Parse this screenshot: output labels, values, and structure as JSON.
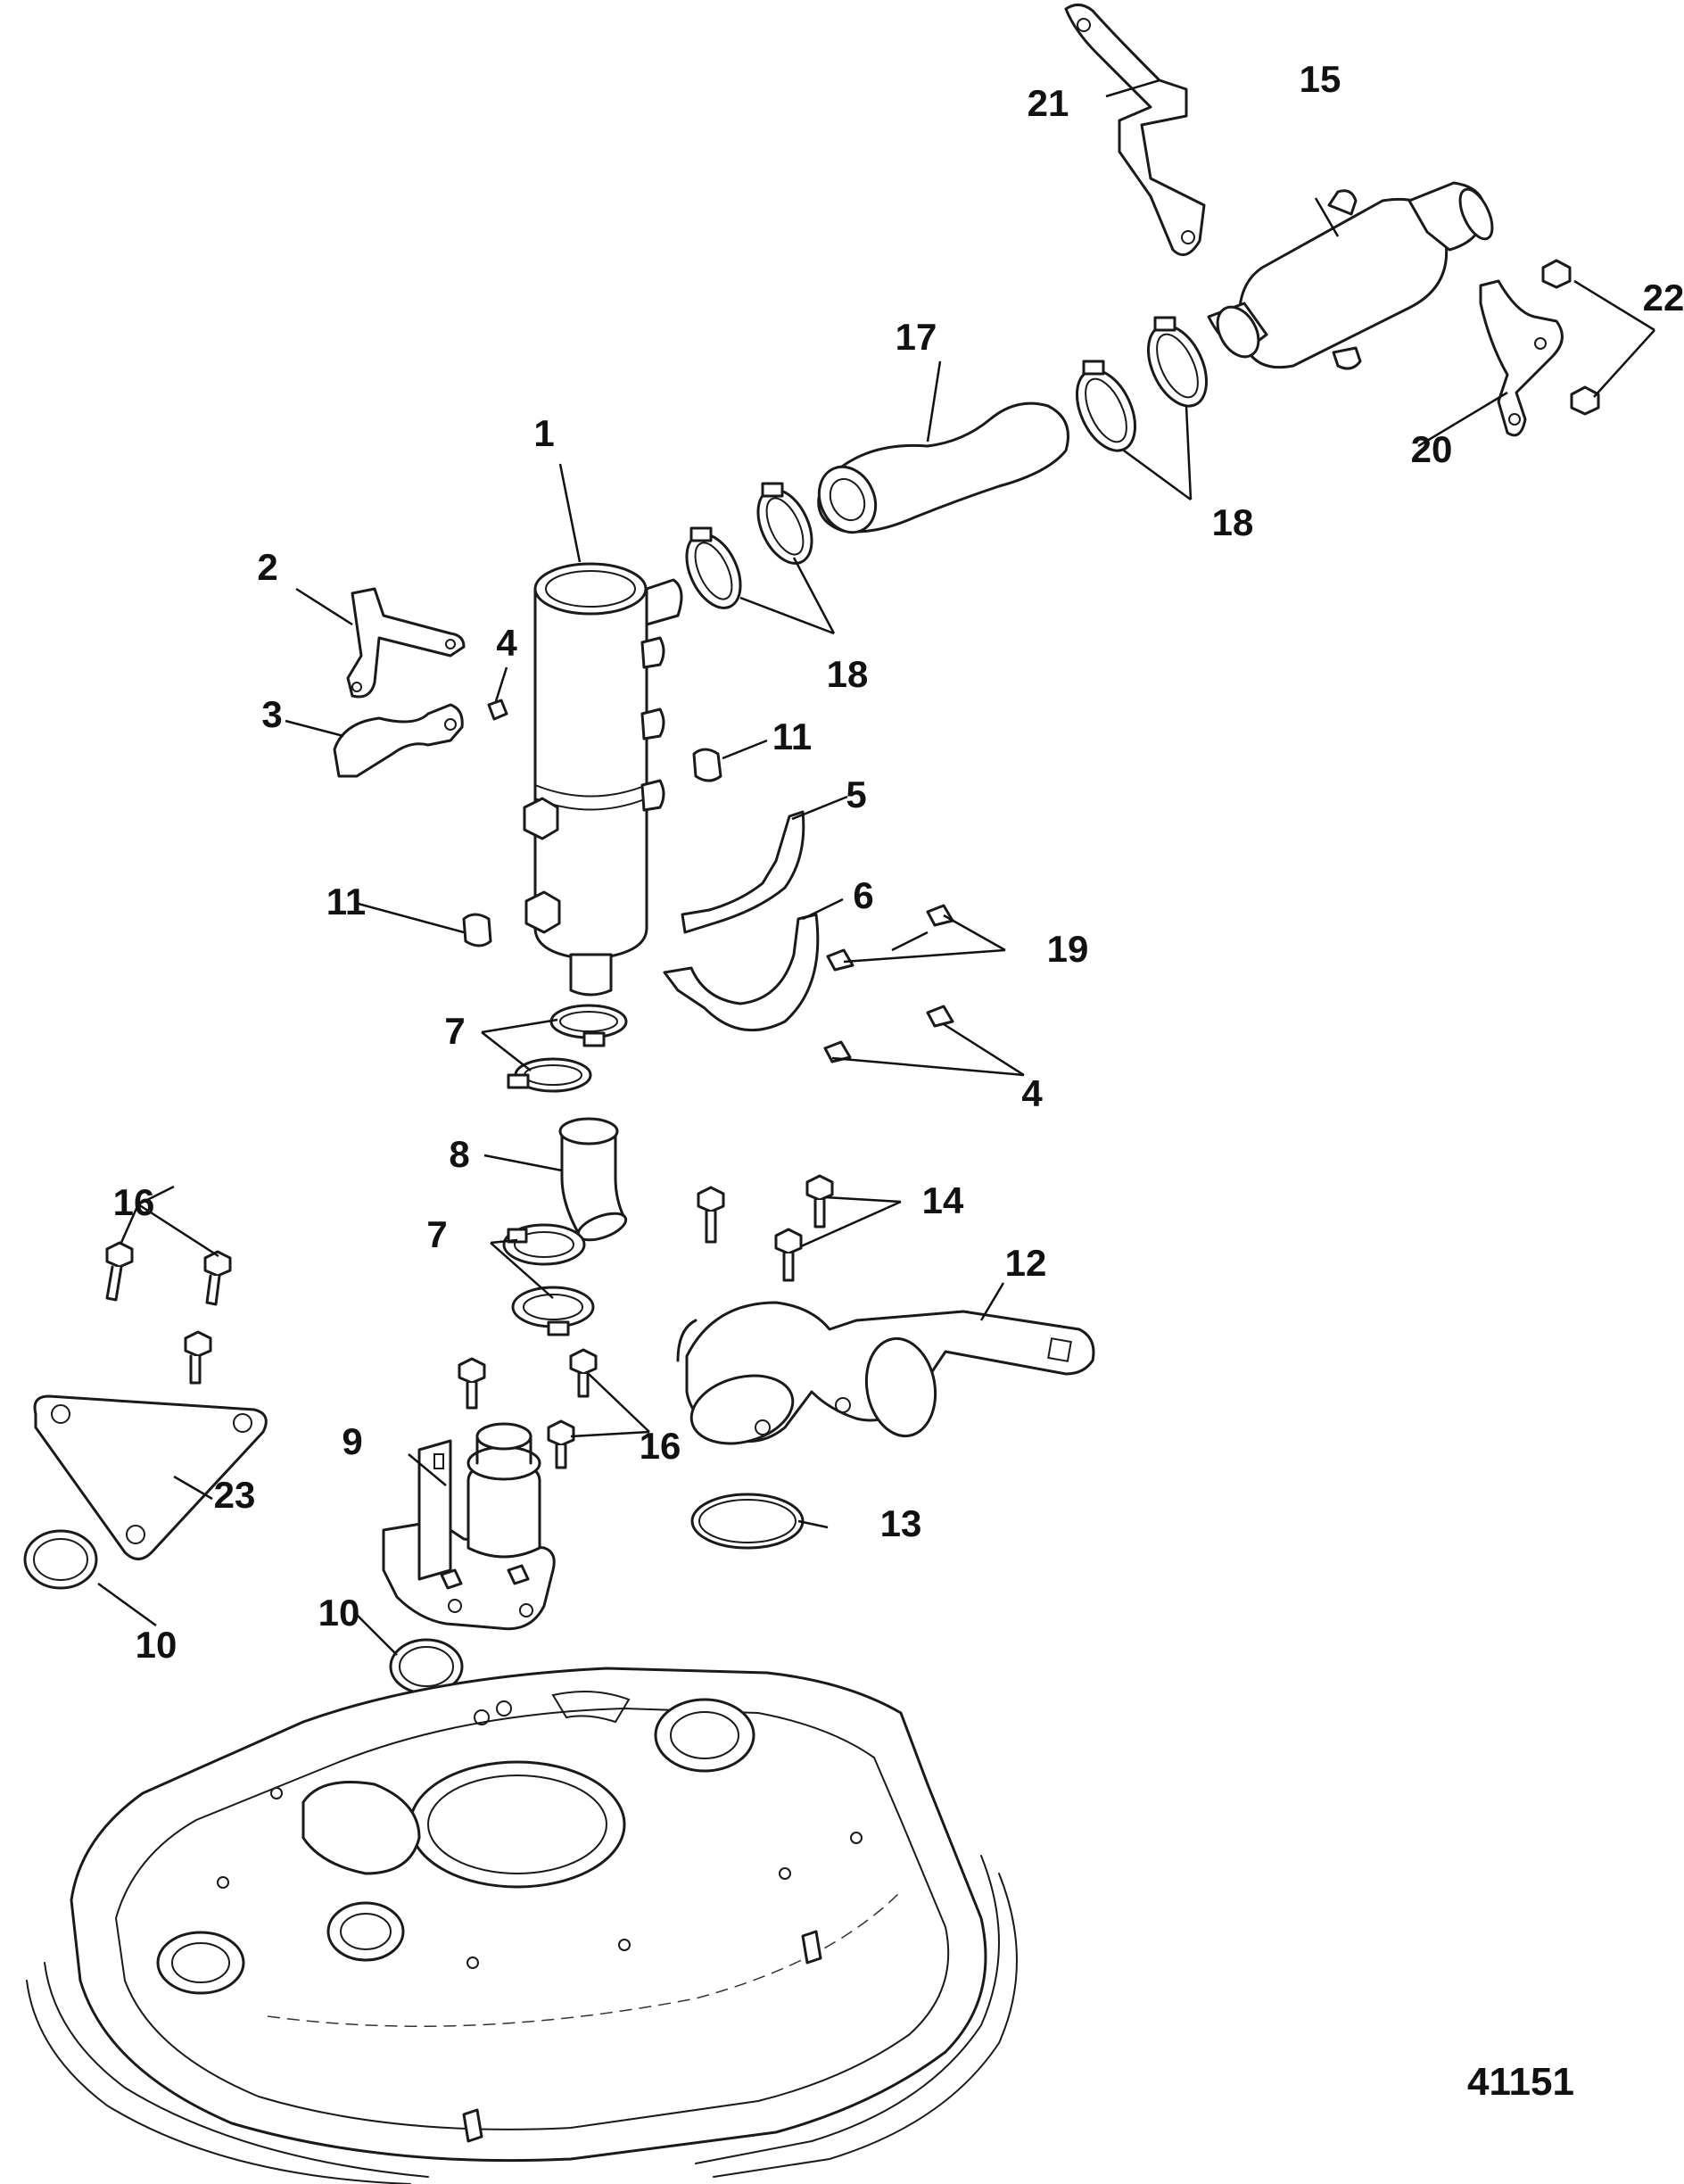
{
  "figure_number": "41151",
  "callouts": [
    {
      "id": "c1",
      "text": "1"
    },
    {
      "id": "c2",
      "text": "2"
    },
    {
      "id": "c3",
      "text": "3"
    },
    {
      "id": "c4a",
      "text": "4"
    },
    {
      "id": "c4b",
      "text": "4"
    },
    {
      "id": "c5",
      "text": "5"
    },
    {
      "id": "c6",
      "text": "6"
    },
    {
      "id": "c7a",
      "text": "7"
    },
    {
      "id": "c7b",
      "text": "7"
    },
    {
      "id": "c8",
      "text": "8"
    },
    {
      "id": "c9",
      "text": "9"
    },
    {
      "id": "c10a",
      "text": "10"
    },
    {
      "id": "c10b",
      "text": "10"
    },
    {
      "id": "c11a",
      "text": "11"
    },
    {
      "id": "c11b",
      "text": "11"
    },
    {
      "id": "c12",
      "text": "12"
    },
    {
      "id": "c13",
      "text": "13"
    },
    {
      "id": "c14",
      "text": "14"
    },
    {
      "id": "c15",
      "text": "15"
    },
    {
      "id": "c16a",
      "text": "16"
    },
    {
      "id": "c16b",
      "text": "16"
    },
    {
      "id": "c17",
      "text": "17"
    },
    {
      "id": "c18a",
      "text": "18"
    },
    {
      "id": "c18b",
      "text": "18"
    },
    {
      "id": "c19",
      "text": "19"
    },
    {
      "id": "c20",
      "text": "20"
    },
    {
      "id": "c21",
      "text": "21"
    },
    {
      "id": "c22",
      "text": "22"
    },
    {
      "id": "c23",
      "text": "23"
    }
  ]
}
